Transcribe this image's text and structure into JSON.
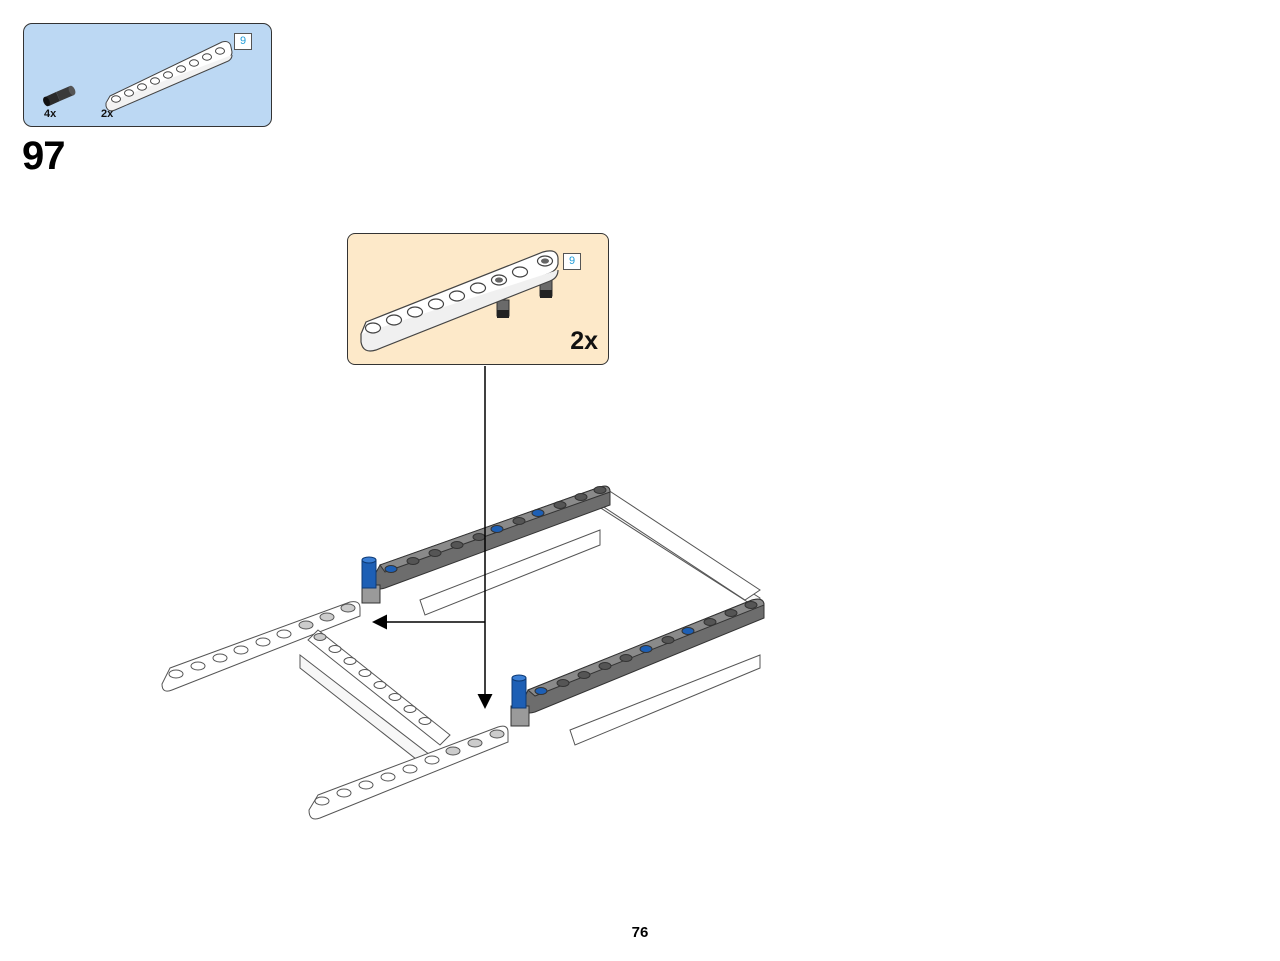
{
  "step": {
    "number": "97"
  },
  "parts_list": {
    "items": [
      {
        "part": "friction-pin-icon",
        "quantity": "4x",
        "color": "#2b2b2b"
      },
      {
        "part": "beam-9-icon",
        "quantity": "2x",
        "color": "#ffffff",
        "length_tag": "9"
      }
    ],
    "background": "#bcd8f3"
  },
  "subassembly": {
    "length_tag": "9",
    "quantity": "2x",
    "background": "#fde9c9"
  },
  "model": {
    "beam_colors": {
      "white": "#ffffff",
      "dark_gray": "#6d6d6d",
      "blue_pin": "#1d5fb5"
    }
  },
  "page": {
    "number": "76"
  }
}
